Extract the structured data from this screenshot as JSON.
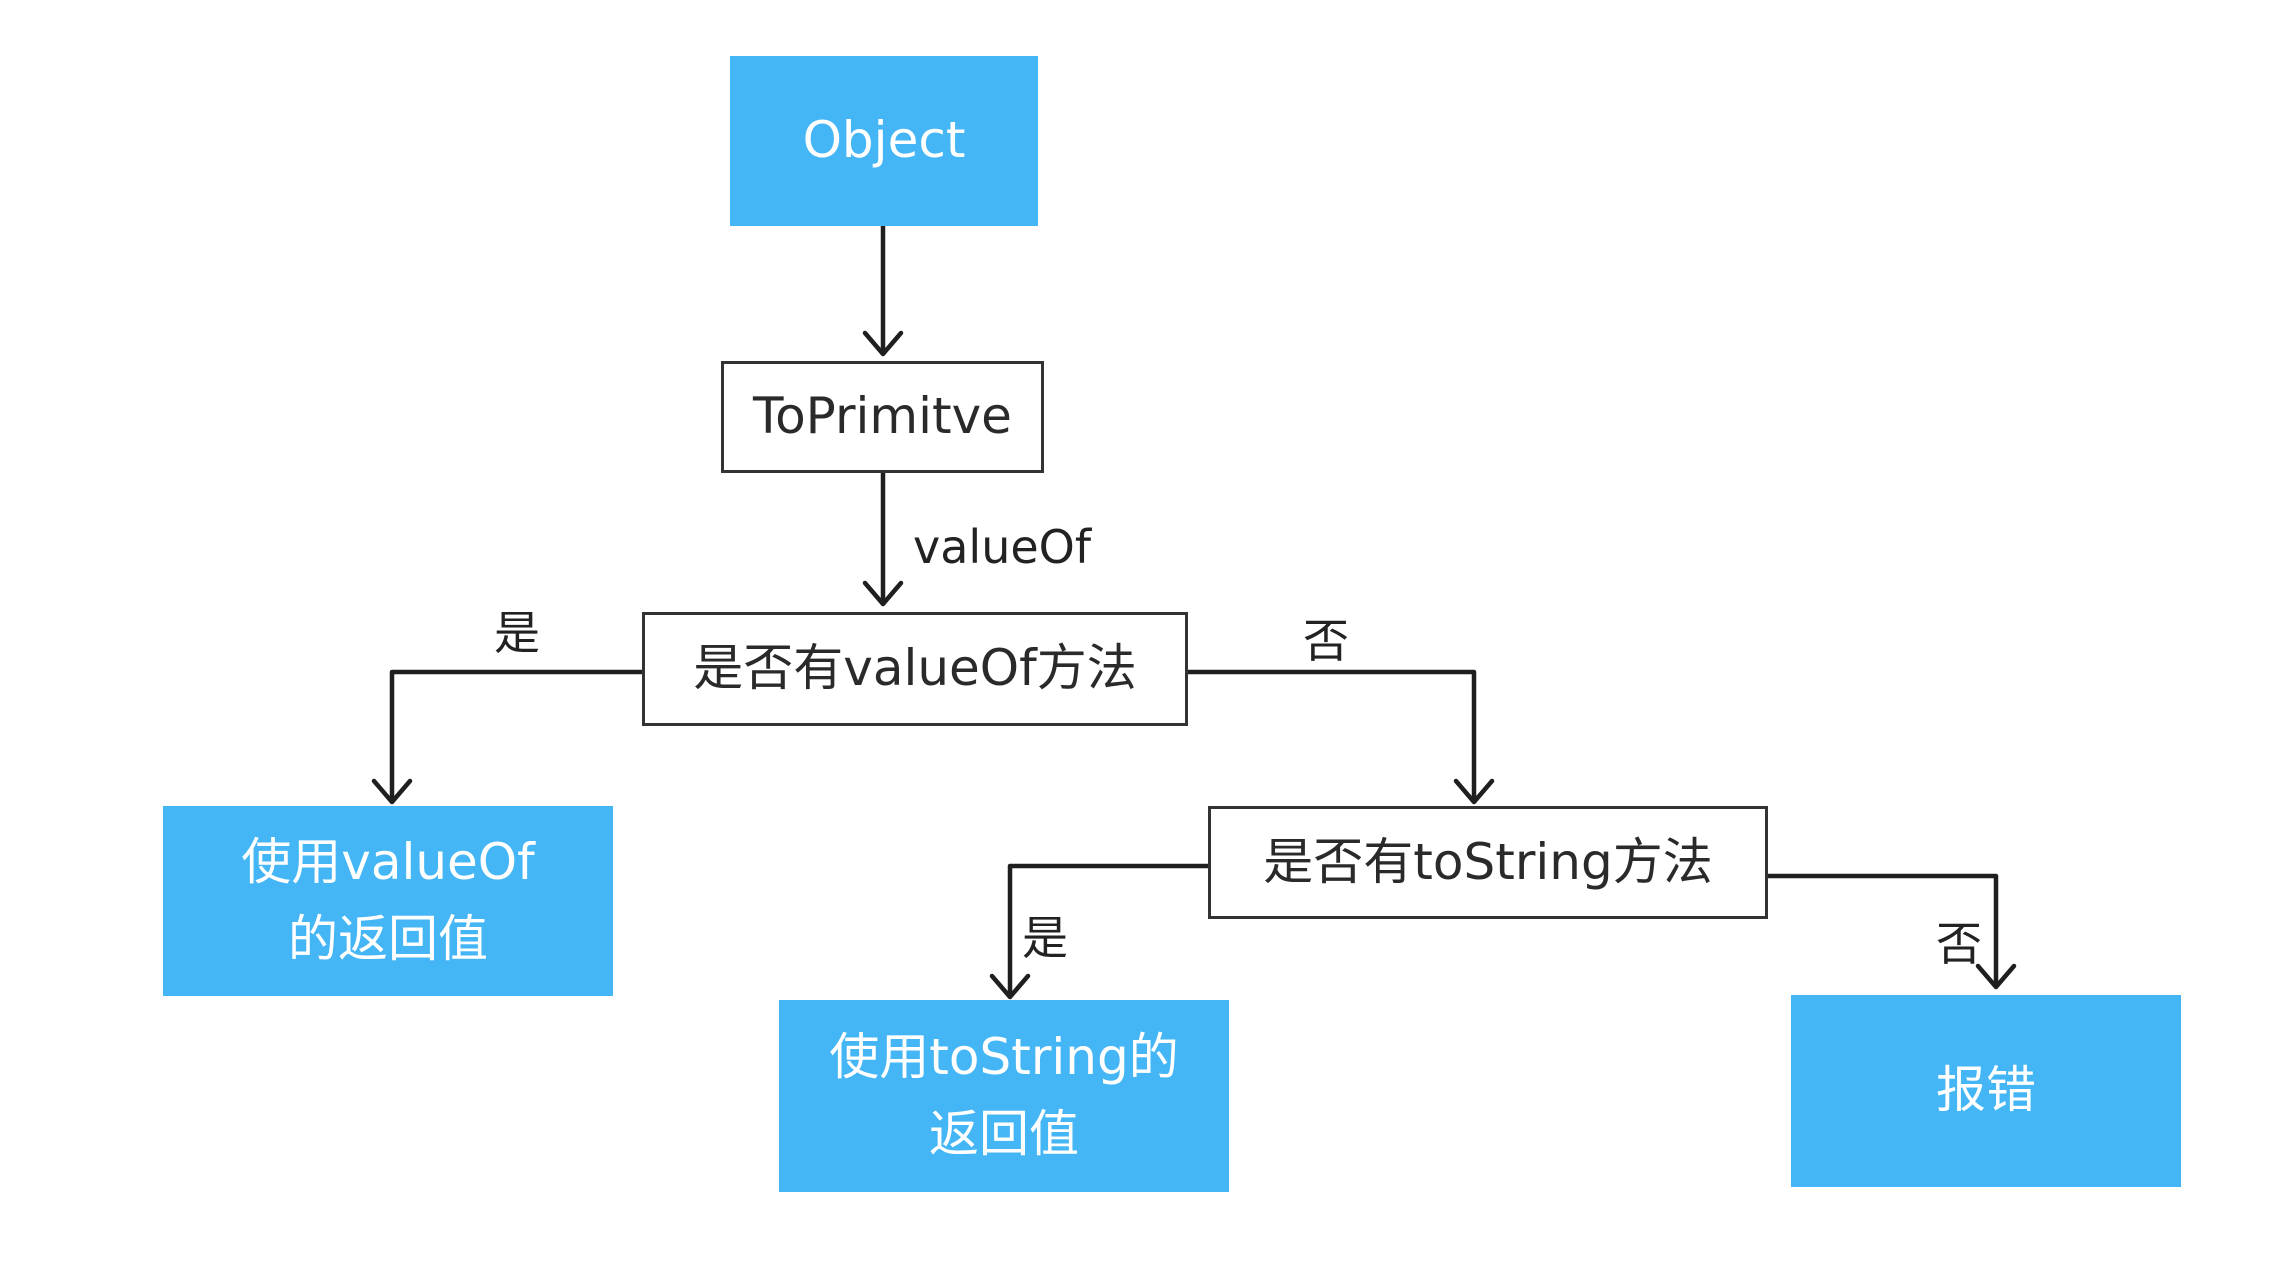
{
  "nodes": {
    "object": "Object",
    "to_primitive": "ToPrimitve",
    "has_valueof": "是否有valueOf方法",
    "use_valueof_line1": "使用valueOf",
    "use_valueof_line2": "的返回值",
    "has_tostring": "是否有toString方法",
    "use_tostring_line1": "使用toString的",
    "use_tostring_line2": "返回值",
    "error": "报错"
  },
  "edge_labels": {
    "valueof_call": "valueOf",
    "yes_valueof": "是",
    "no_valueof": "否",
    "yes_tostring": "是",
    "no_tostring": "否"
  },
  "colors": {
    "filled_node": "#45B6F5",
    "outline_node_border": "#333333",
    "arrow": "#1f1f1f"
  }
}
